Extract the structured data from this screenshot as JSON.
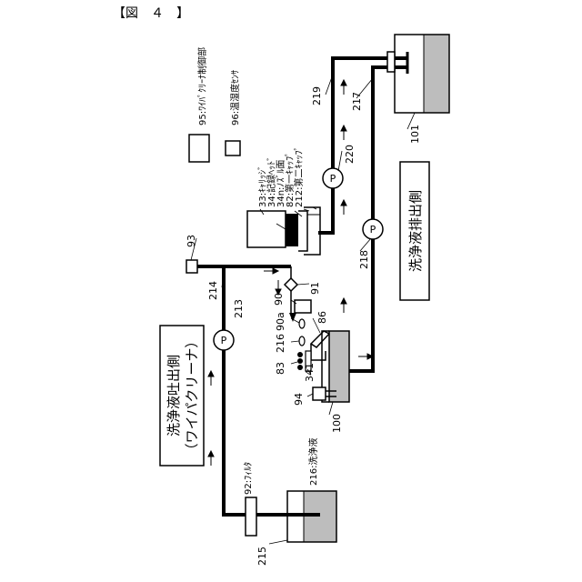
{
  "figure_label": "【図　４　】",
  "labels": {
    "wiper_controller": "95:ﾜｲﾊﾟｸﾘｰﾅ制御部",
    "temp_humidity_sensor": "96:温湿度ｾﾝｻ",
    "carriage": "33:ｷｬﾘｯｼﾞ",
    "recording_head": "34:記録ﾍｯﾄﾞ",
    "nozzle_face": "34n:ﾉｽﾞﾙ面",
    "first_cap": "82:第一ｷｬｯﾌﾟ",
    "second_cap": "212:第二ｷｬｯﾌﾟ",
    "filter": "92:ﾌｨﾙﾀ",
    "cleaning_liquid": "216:洗浄液"
  },
  "side_labels": {
    "discharge_side": "洗浄液排出側",
    "ejection_side_line1": "洗浄液吐出側",
    "ejection_side_line2": "（ワイパクリーナ）"
  },
  "refs": {
    "r93": "93",
    "r214": "214",
    "r213": "213",
    "r91": "91",
    "r90": "90",
    "r90a": "90a",
    "r86": "86",
    "r216": "216",
    "r83": "83",
    "r341": "341",
    "r94": "94",
    "r100": "100",
    "r218": "218",
    "r220": "220",
    "r219": "219",
    "r217": "217",
    "r101": "101",
    "r215": "215"
  },
  "pump_symbol": "P"
}
